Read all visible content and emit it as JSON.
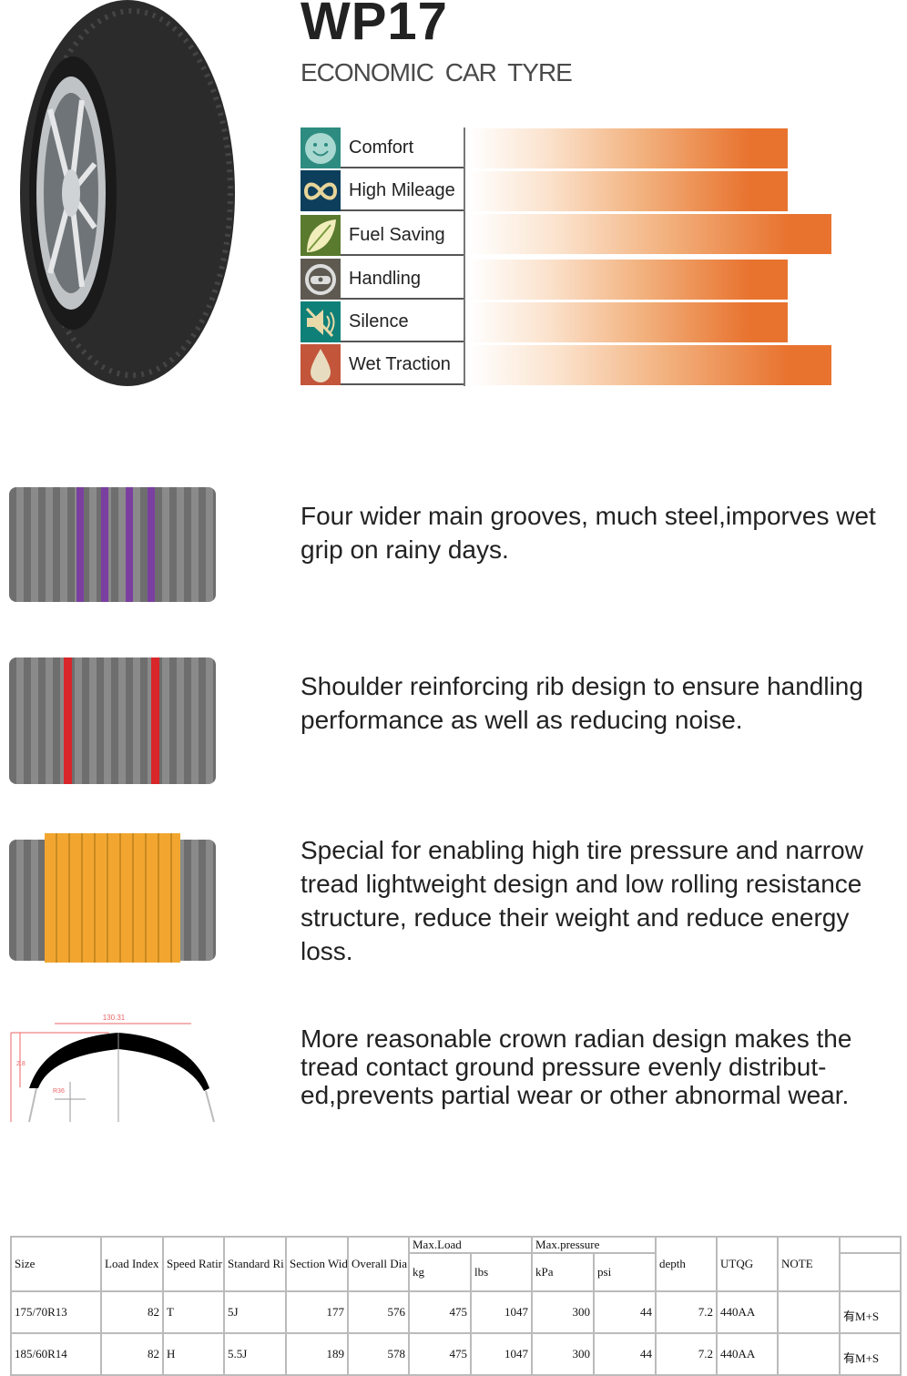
{
  "header": {
    "title": "WP17",
    "subtitle": "ECONOMIC  CAR  TYRE"
  },
  "features": [
    {
      "label": "Comfort",
      "icon": "smiley-icon",
      "icon_bg": "#2e8b80",
      "rating": 0.88
    },
    {
      "label": "High Mileage",
      "icon": "infinity-icon",
      "icon_bg": "#0d3f5c",
      "rating": 0.88
    },
    {
      "label": "Fuel Saving",
      "icon": "leaf-icon",
      "icon_bg": "#5a7a2e",
      "rating": 1.0
    },
    {
      "label": "Handling",
      "icon": "steering-wheel-icon",
      "icon_bg": "#5e5a52",
      "rating": 0.88
    },
    {
      "label": "Silence",
      "icon": "mute-speaker-icon",
      "icon_bg": "#0f8078",
      "rating": 0.88
    },
    {
      "label": "Wet Traction",
      "icon": "water-drop-icon",
      "icon_bg": "#c2553a",
      "rating": 1.0
    }
  ],
  "bar_color": "#e8732f",
  "descriptions": [
    "Four wider  main grooves, much steel,imporves wet grip on rainy days.",
    "Shoulder reinforcing rib design to ensure handling performance as well as reducing noise.",
    "Special for enabling high tire pressure and narrow tread lightweight design and low rolling resistance structure, reduce their weight and reduce energy loss.",
    "More reasonable crown radian design makes the tread contact ground pressure evenly distribut-ed,prevents partial wear or other abnormal wear."
  ],
  "diagram": {
    "width_label": "130.31",
    "height_label": "2.8",
    "radius_label": "R36"
  },
  "table": {
    "headers": {
      "size": "Size",
      "load_index": "Load Index",
      "speed": "Speed Ratir",
      "rim": "Standard Ri",
      "section": "Section Wid",
      "overall": "Overall Dia",
      "max_load": "Max.Load",
      "kg": "kg",
      "lbs": "lbs",
      "max_pressure": "Max.pressure",
      "kpa": "kPa",
      "psi": "psi",
      "depth": "depth",
      "utqg": "UTQG",
      "note": "NOTE"
    },
    "rows": [
      [
        "175/70R13",
        "82",
        "T",
        "5J",
        "177",
        "576",
        "475",
        "1047",
        "300",
        "44",
        "7.2",
        "440AA",
        "",
        "有M+S"
      ],
      [
        "185/60R14",
        "82",
        "H",
        "5.5J",
        "189",
        "578",
        "475",
        "1047",
        "300",
        "44",
        "7.2",
        "440AA",
        "",
        "有M+S"
      ]
    ]
  }
}
